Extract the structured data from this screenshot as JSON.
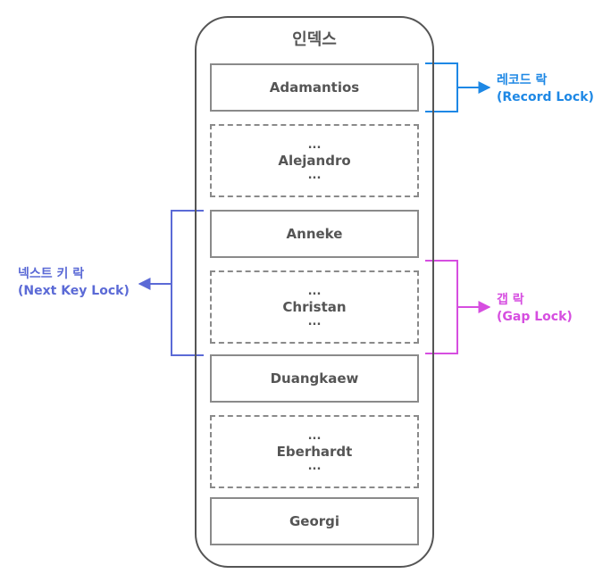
{
  "index_title": "인덱스",
  "ellipsis": "...",
  "records": [
    {
      "name": "Adamantios",
      "kind": "record"
    },
    {
      "name": "Alejandro",
      "kind": "gap"
    },
    {
      "name": "Anneke",
      "kind": "record"
    },
    {
      "name": "Christan",
      "kind": "gap"
    },
    {
      "name": "Duangkaew",
      "kind": "record"
    },
    {
      "name": "Eberhardt",
      "kind": "gap"
    },
    {
      "name": "Georgi",
      "kind": "record"
    }
  ],
  "locks": {
    "record_lock": {
      "line1": "레코드 락",
      "line2": "(Record Lock)",
      "color": "#1e88e5"
    },
    "gap_lock": {
      "line1": "갭 락",
      "line2": "(Gap Lock)",
      "color": "#d64ee0"
    },
    "next_key_lock": {
      "line1": "넥스트 키 락",
      "line2": "(Next Key Lock)",
      "color": "#5b6ad6"
    }
  }
}
